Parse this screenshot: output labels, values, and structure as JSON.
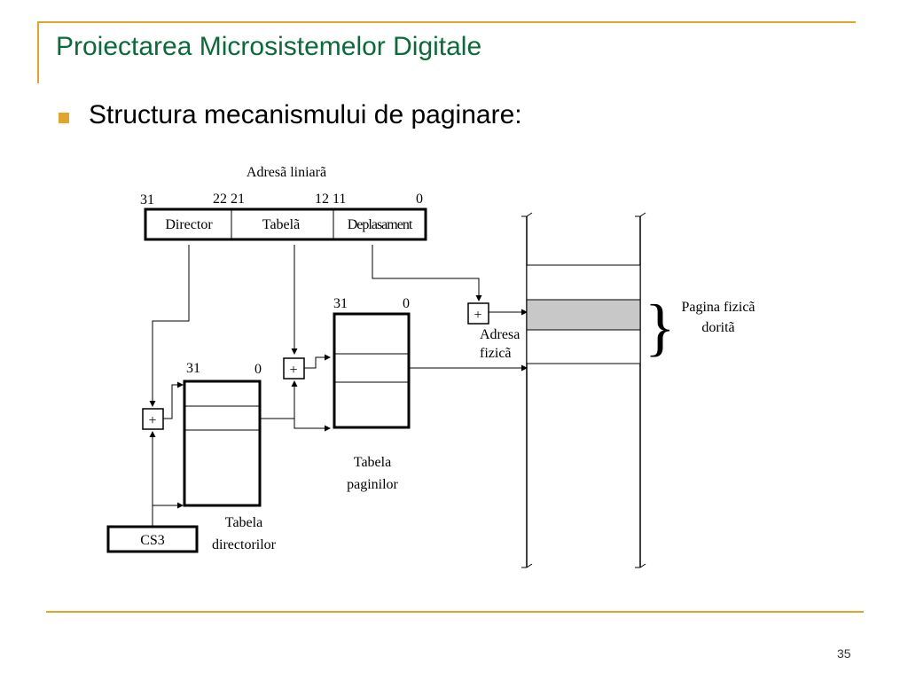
{
  "slide": {
    "title": "Proiectarea Microsistemelor Digitale",
    "bullet": "Structura mecanismului de paginare:",
    "page_number": "35",
    "accent_color": "#e0a52a",
    "title_color": "#0a6b39"
  },
  "diagram": {
    "linear_address": {
      "title": "Adresã liniarã",
      "bit_labels": {
        "b31": "31",
        "b22_21": "22 21",
        "b12_11": "12 11",
        "b0": "0"
      },
      "fields": {
        "director": "Director",
        "tabela": "Tabelã",
        "deplasament": "Deplasament"
      }
    },
    "adders": {
      "dir": "+",
      "page": "+",
      "phys": "+"
    },
    "directory_table": {
      "b31": "31",
      "b0": "0",
      "label_line1": "Tabela",
      "label_line2": "directorilor"
    },
    "page_table": {
      "b31": "31",
      "b0": "0",
      "label_line1": "Tabela",
      "label_line2": "paginilor"
    },
    "cs3": "CS3",
    "physical_address": {
      "line1": "Adresa",
      "line2": "fizicã"
    },
    "desired_page": {
      "line1": "Pagina fizicã",
      "line2": "doritã"
    }
  }
}
